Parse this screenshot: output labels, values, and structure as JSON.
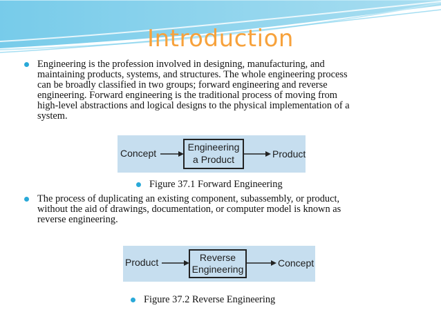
{
  "slide": {
    "title": "Introduction",
    "paragraph1": "Engineering is the profession involved in designing, manufacturing, and\nmaintaining products, systems, and structures. The whole engineering process\ncan be broadly classified in two groups; forward engineering and reverse\nengineering. Forward engineering is the traditional process of moving from\nhigh-level abstractions and logical designs to the physical implementation of a\nsystem.",
    "paragraph2": "The process of duplicating an existing component, subassembly, or product,\nwithout the aid of drawings, documentation, or computer model is known as\nreverse engineering.",
    "accent_color": "#f7a23c",
    "bullet_color": "#29a9d8"
  },
  "figure1": {
    "left": "Concept",
    "box_line1": "Engineering",
    "box_line2": "a Product",
    "right": "Product",
    "caption": "Figure 37.1 Forward Engineering"
  },
  "figure2": {
    "left": "Product",
    "box_line1": "Reverse",
    "box_line2": "Engineering",
    "right": "Concept",
    "caption": "Figure 37.2 Reverse Engineering"
  }
}
